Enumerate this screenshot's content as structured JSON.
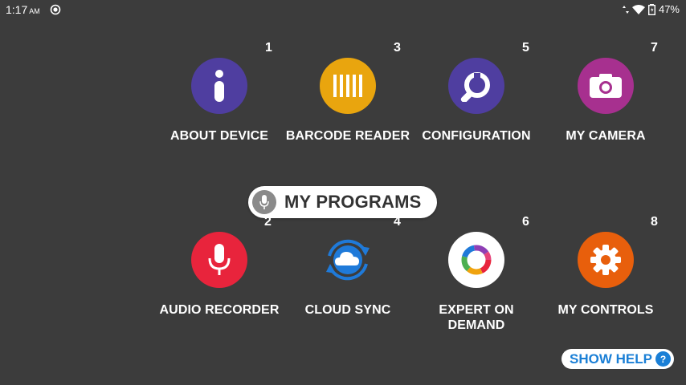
{
  "status_bar": {
    "time": "1:17",
    "ampm": "AM",
    "battery": "47%",
    "icons": [
      "sync-indicator-icon",
      "data-arrows-icon",
      "wifi-icon",
      "battery-icon"
    ]
  },
  "apps": [
    {
      "number": "1",
      "label": "ABOUT DEVICE",
      "color": "#4f3ea0",
      "icon": "info-icon"
    },
    {
      "number": "3",
      "label": "BARCODE READER",
      "color": "#e9a50e",
      "icon": "barcode-icon"
    },
    {
      "number": "5",
      "label": "CONFIGURATION",
      "color": "#4f3ea0",
      "icon": "wrench-icon"
    },
    {
      "number": "7",
      "label": "MY CAMERA",
      "color": "#a7308f",
      "icon": "camera-icon"
    },
    {
      "number": "2",
      "label": "AUDIO RECORDER",
      "color": "#e8243c",
      "icon": "microphone-icon"
    },
    {
      "number": "4",
      "label": "CLOUD SYNC",
      "color": "#1f7ad9",
      "icon": "cloud-sync-icon"
    },
    {
      "number": "6",
      "label_line1": "EXPERT ON",
      "label_line2": "DEMAND",
      "color": "#ffffff",
      "icon": "expert-ring-icon"
    },
    {
      "number": "8",
      "label": "MY CONTROLS",
      "color": "#e85f0c",
      "icon": "gear-icon"
    }
  ],
  "programs_pill": {
    "label": "MY PROGRAMS"
  },
  "help": {
    "label": "SHOW HELP",
    "badge": "?"
  }
}
